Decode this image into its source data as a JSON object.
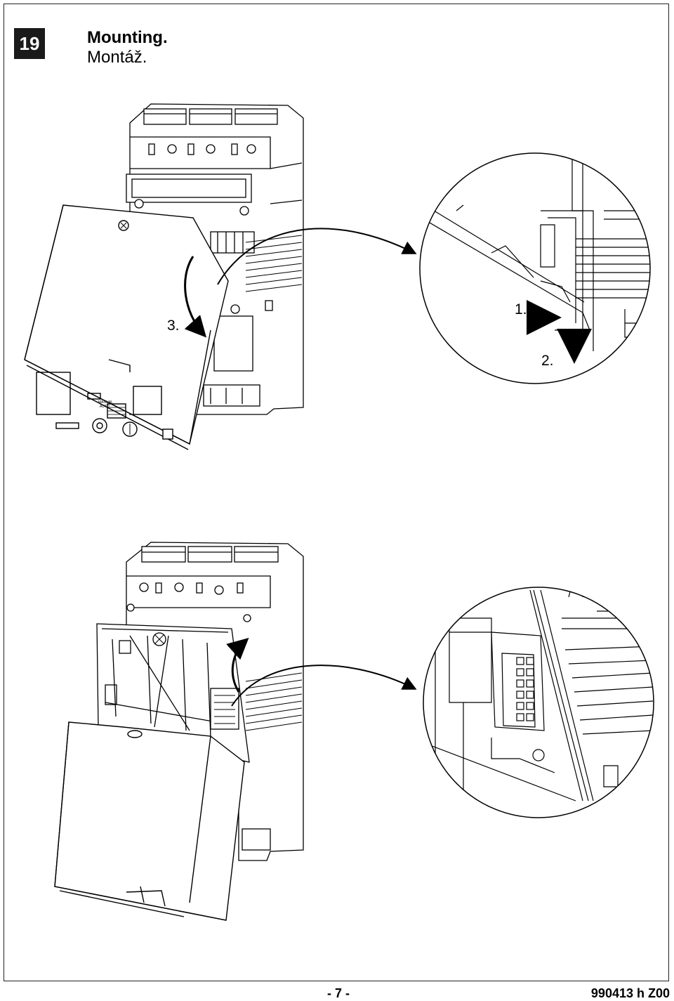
{
  "step": {
    "number": "19"
  },
  "title": {
    "en": "Mounting.",
    "cz": "Montáž."
  },
  "figure_top": {
    "labels": {
      "step3": "3.",
      "step1": "1.",
      "step2": "2."
    },
    "panel_text": {
      "mode_1": "MANUAL",
      "mode_2": "AUTO"
    }
  },
  "footer": {
    "page": "- 7 -",
    "code": "990413 h  Z00"
  }
}
